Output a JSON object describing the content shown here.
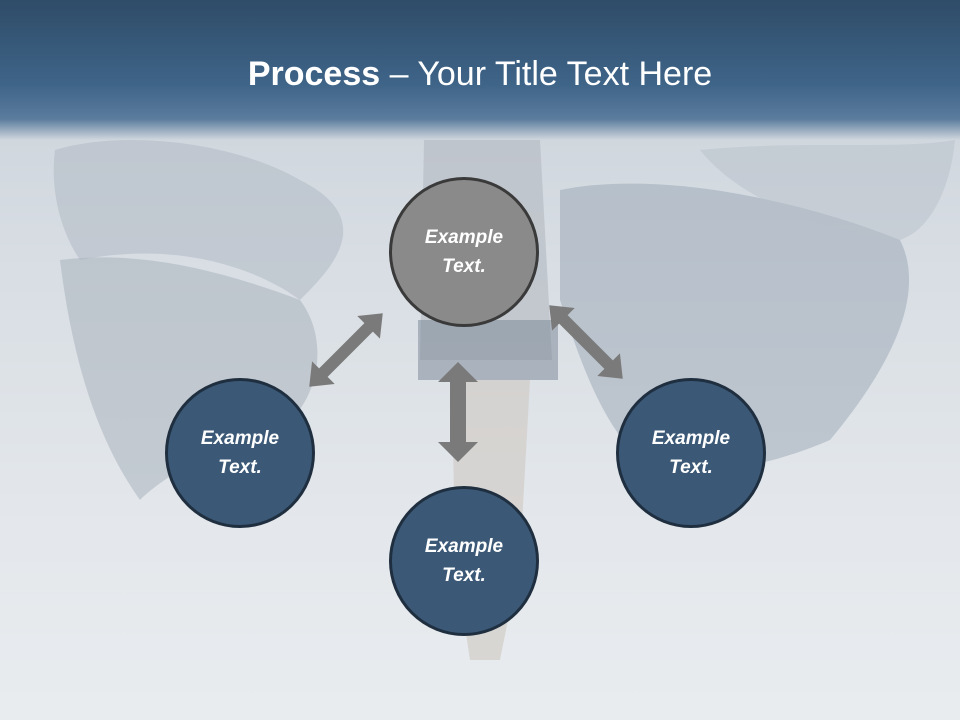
{
  "slide": {
    "title_bold": "Process",
    "title_rest": " – Your Title Text Here"
  },
  "nodes": {
    "top": "Example Text.",
    "left": "Example Text.",
    "right": "Example Text.",
    "bottom": "Example Text."
  },
  "colors": {
    "title_bar": "#3e6488",
    "center_node": "#8a8a8a",
    "outer_node": "#3b5977",
    "arrow": "#7a7a7a"
  }
}
